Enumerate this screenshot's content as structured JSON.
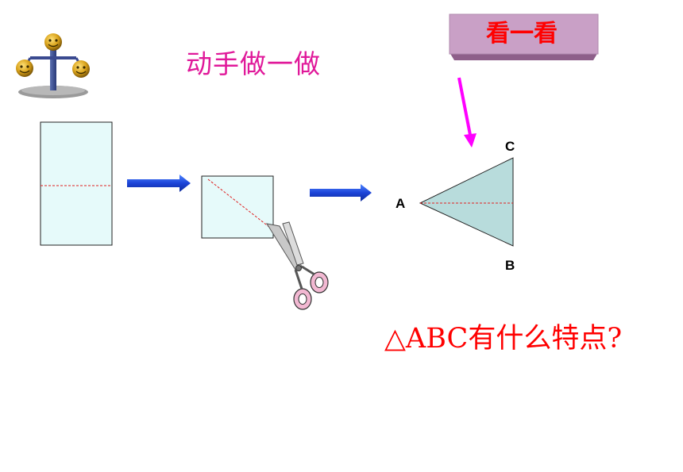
{
  "title": "动手做一做",
  "banner": {
    "label": "看一看"
  },
  "triangle": {
    "vertex_a": "A",
    "vertex_b": "B",
    "vertex_c": "C"
  },
  "question": "△ABC有什么特点?",
  "colors": {
    "title": "#e0199a",
    "banner_fill": "#c9a0c6",
    "banner_text": "#ff0000",
    "paper_fill": "#e6fafa",
    "triangle_fill": "#b8dcdc",
    "arrow": "#1c44d8",
    "pointer_arrow": "#ff00ff",
    "fold_line": "#e02020",
    "question": "#ff0000"
  },
  "icons": [
    "balance-scale-figure-icon",
    "scissors-icon",
    "right-arrow-icon",
    "pointer-arrow-icon"
  ]
}
